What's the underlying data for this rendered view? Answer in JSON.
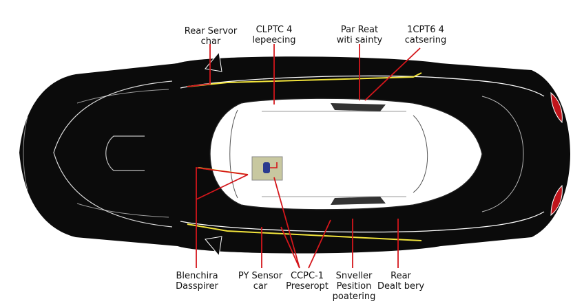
{
  "diagram": {
    "callouts_top": [
      {
        "id": "rear-servor-char",
        "lines": [
          "Rear Servor",
          "char"
        ]
      },
      {
        "id": "clptc-4-lepeecing",
        "lines": [
          "CLPTC 4",
          "lepeecing"
        ]
      },
      {
        "id": "par-reat-witi-sainty",
        "lines": [
          "Par Reat",
          "witi sainty"
        ]
      },
      {
        "id": "1cpt6-4-catsering",
        "lines": [
          "1CPT6 4",
          "catsering"
        ]
      }
    ],
    "callouts_bottom": [
      {
        "id": "blenchira-dasspirer",
        "lines": [
          "Blenchira",
          "Dasspirer"
        ]
      },
      {
        "id": "py-sensor-car",
        "lines": [
          "PY Sensor",
          "car"
        ]
      },
      {
        "id": "ccpc-1-preseropt",
        "lines": [
          "CCPC-1",
          "Preseropt"
        ]
      },
      {
        "id": "snveller-pesition-poatering",
        "lines": [
          "Snveller",
          "Pesition",
          "poatering"
        ]
      },
      {
        "id": "rear-dealt-bery",
        "lines": [
          "Rear",
          "Dealt bery"
        ]
      }
    ],
    "colors": {
      "body": "#0b0b0b",
      "cabin": "#ffffff",
      "outline": "#ffffff",
      "callout_line": "#d4161b",
      "sensor_line": "#f2e43c",
      "sensor_box": "#c8c8a0",
      "tail_light": "#c0141b"
    }
  }
}
